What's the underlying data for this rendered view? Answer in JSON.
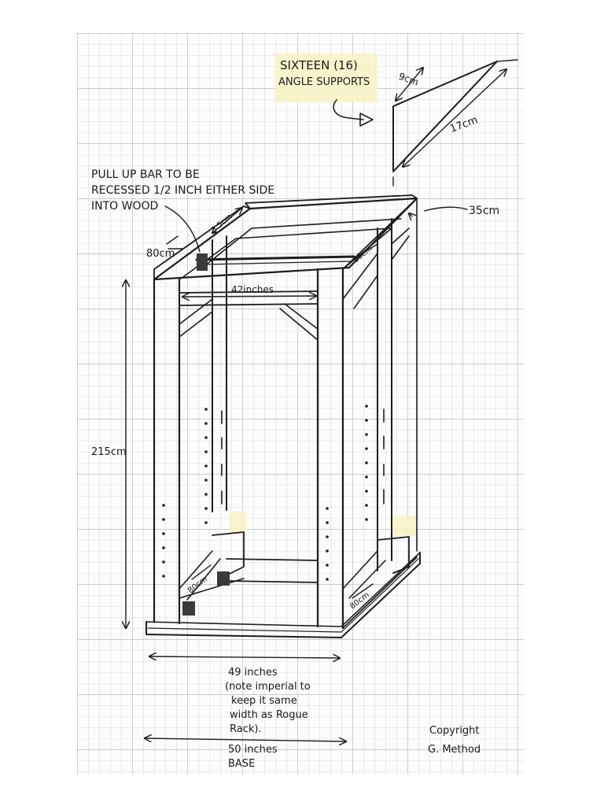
{
  "angle_note": {
    "line1": "SIXTEEN (16)",
    "line2": "ANGLE SUPPORTS",
    "dim_short": "9cm",
    "dim_long": "17cm"
  },
  "pullup_note": {
    "line1": "PULL UP BAR TO BE",
    "line2": "RECESSED 1/2 INCH EITHER SIDE",
    "line3": "INTO WOOD"
  },
  "dimensions": {
    "top_depth_left": "3.5cm",
    "brace_left": "80cm",
    "brace_right_top": "80cm",
    "side_35": "35cm",
    "inner_width": "42inches",
    "height": "215cm",
    "brace_bottom_left": "80cm",
    "brace_bottom_right": "80cm"
  },
  "width_note": {
    "line1": "49 inches",
    "line2": "(note imperial to",
    "line3": "keep it same",
    "line4": "width as Rogue",
    "line5": "Rack)."
  },
  "base_note": {
    "line1": "50 inches",
    "line2": "BASE"
  },
  "copyright": {
    "line1": "Copyright",
    "line2": "G. Method"
  }
}
